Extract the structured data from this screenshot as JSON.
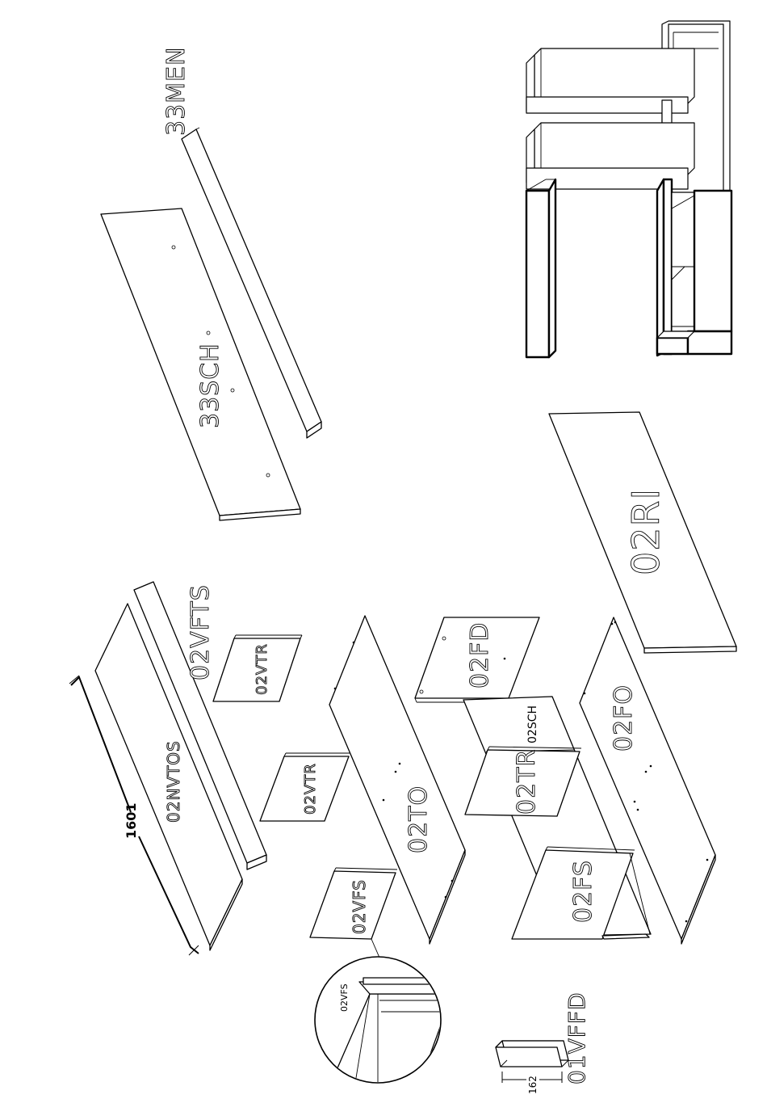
{
  "labels": {
    "men": "33MEN",
    "sch33": "33SCH",
    "nvtos": "02NVTOS",
    "vfts": "02VFTS",
    "vtr_top": "02VTR",
    "vtr_mid": "02VTR",
    "to": "02TO",
    "vfs": "02VFS",
    "fd": "02FD",
    "sch02": "02SCH",
    "tr": "02TR",
    "fs": "02FS",
    "fo": "02FO",
    "ri": "02RI",
    "detail_vfs": "02VFS",
    "vffd": "01VFFD"
  },
  "dimensions": {
    "length": "1601",
    "small_length": "162"
  }
}
